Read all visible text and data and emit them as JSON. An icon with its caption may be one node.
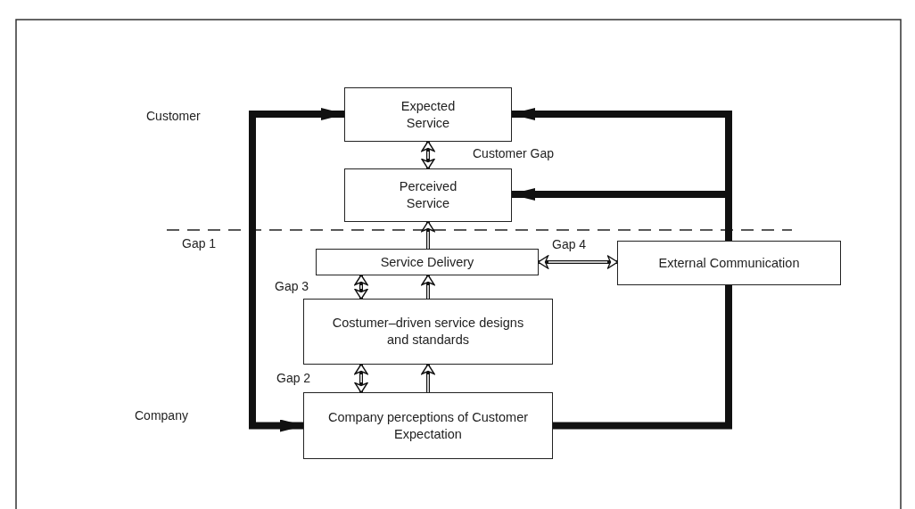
{
  "diagram": {
    "nodes": [
      {
        "text": [
          "Expected Service"
        ]
      },
      {
        "text": [
          "Perceived Service"
        ]
      },
      {
        "text": [
          "Service Delivery"
        ]
      },
      {
        "text": [
          "Costumer–driven service designs and standards"
        ]
      },
      {
        "text": [
          "Company perceptions of Customer Expectation"
        ]
      },
      {
        "text": [
          "External Communication"
        ]
      }
    ],
    "edges": [
      {
        "from": 0,
        "to": 4,
        "arrow": "both",
        "style": "thick"
      },
      {
        "from": 4,
        "to": 5,
        "arrow": "none",
        "style": "thick"
      },
      {
        "from": 5,
        "to": 0,
        "arrow": "to",
        "style": "thick"
      },
      {
        "from": 5,
        "to": 1,
        "arrow": "to",
        "style": "thick"
      },
      {
        "from": 0,
        "to": 1,
        "arrow": "both",
        "label": "Customer Gap"
      },
      {
        "from": 2,
        "to": 1,
        "arrow": "to"
      },
      {
        "from": 2,
        "to": 5,
        "arrow": "both",
        "label": "Gap 4"
      },
      {
        "from": 3,
        "to": 2,
        "arrow": "both",
        "label": "Gap 3"
      },
      {
        "from": 3,
        "to": 2,
        "arrow": "to"
      },
      {
        "from": 4,
        "to": 3,
        "arrow": "both",
        "label": "Gap 2"
      },
      {
        "from": 4,
        "to": 3,
        "arrow": "to"
      }
    ],
    "labels": [
      "Customer",
      "Gap 1",
      "Company"
    ]
  }
}
